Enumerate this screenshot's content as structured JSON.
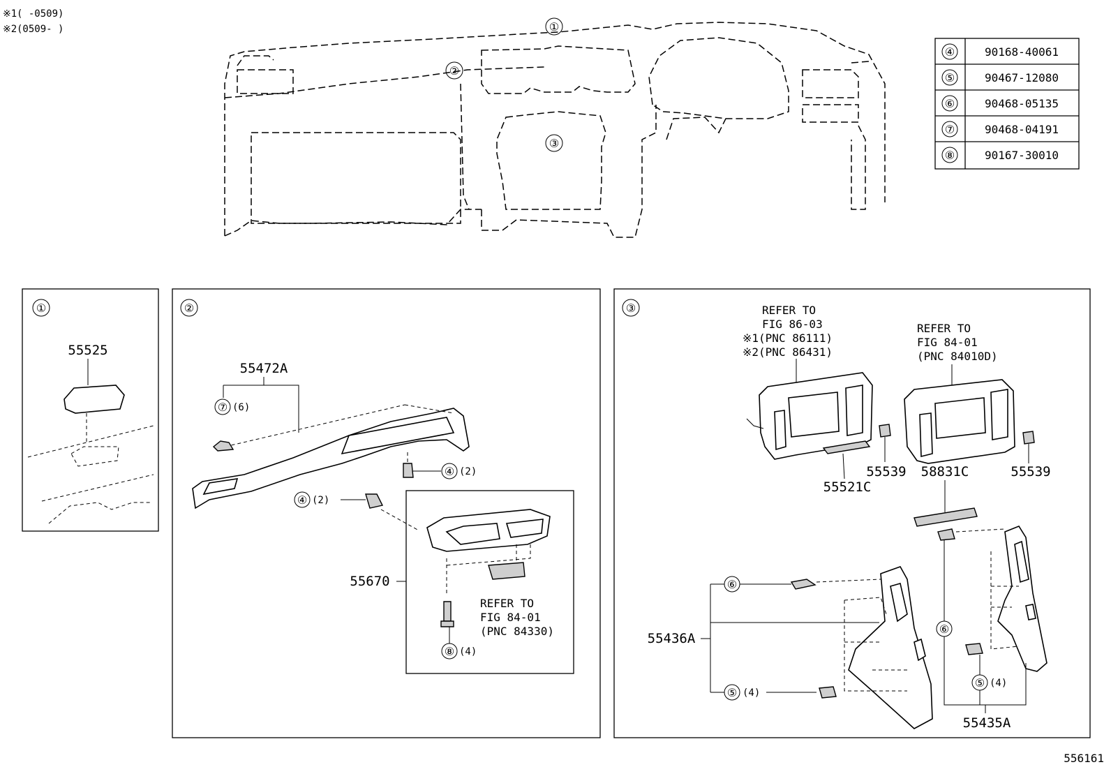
{
  "notes": [
    {
      "mark": "※1",
      "text": "(      -0509)"
    },
    {
      "mark": "※2",
      "text": "(0509-      )"
    }
  ],
  "diagram_number": "556161",
  "overview_callouts": [
    "①",
    "②",
    "③"
  ],
  "fastener_table": [
    {
      "ref": "④",
      "part": "90168-40061"
    },
    {
      "ref": "⑤",
      "part": "90467-12080"
    },
    {
      "ref": "⑥",
      "part": "90468-05135"
    },
    {
      "ref": "⑦",
      "part": "90468-04191"
    },
    {
      "ref": "⑧",
      "part": "90167-30010"
    }
  ],
  "panel1": {
    "label": "①",
    "parts": [
      "55525"
    ]
  },
  "panel2": {
    "label": "②",
    "parts": {
      "garnish": "55472A",
      "vent": "55670",
      "fastener_7": {
        "ref": "⑦",
        "qty": "(6)"
      },
      "fastener_4a": {
        "ref": "④",
        "qty": "(2)"
      },
      "fastener_4b": {
        "ref": "④",
        "qty": "(2)"
      },
      "fastener_8": {
        "ref": "⑧",
        "qty": "(4)"
      }
    },
    "refer": [
      "REFER TO",
      "FIG 84-01",
      "(PNC 84330)"
    ]
  },
  "panel3": {
    "label": "③",
    "refer_a": [
      "REFER TO",
      "FIG 86-03",
      "※1(PNC 86111)",
      "※2(PNC 86431)"
    ],
    "refer_b": [
      "REFER TO",
      "FIG 84-01",
      "(PNC 84010D)"
    ],
    "parts": {
      "p55521C": "55521C",
      "p55539a": "55539",
      "p58831C": "58831C",
      "p55539b": "55539",
      "p55436A": "55436A",
      "p55435A": "55435A",
      "fastener_6a": {
        "ref": "⑥"
      },
      "fastener_5a": {
        "ref": "⑤",
        "qty": "(4)"
      },
      "fastener_6b": {
        "ref": "⑥"
      },
      "fastener_5b": {
        "ref": "⑤",
        "qty": "(4)"
      }
    }
  }
}
